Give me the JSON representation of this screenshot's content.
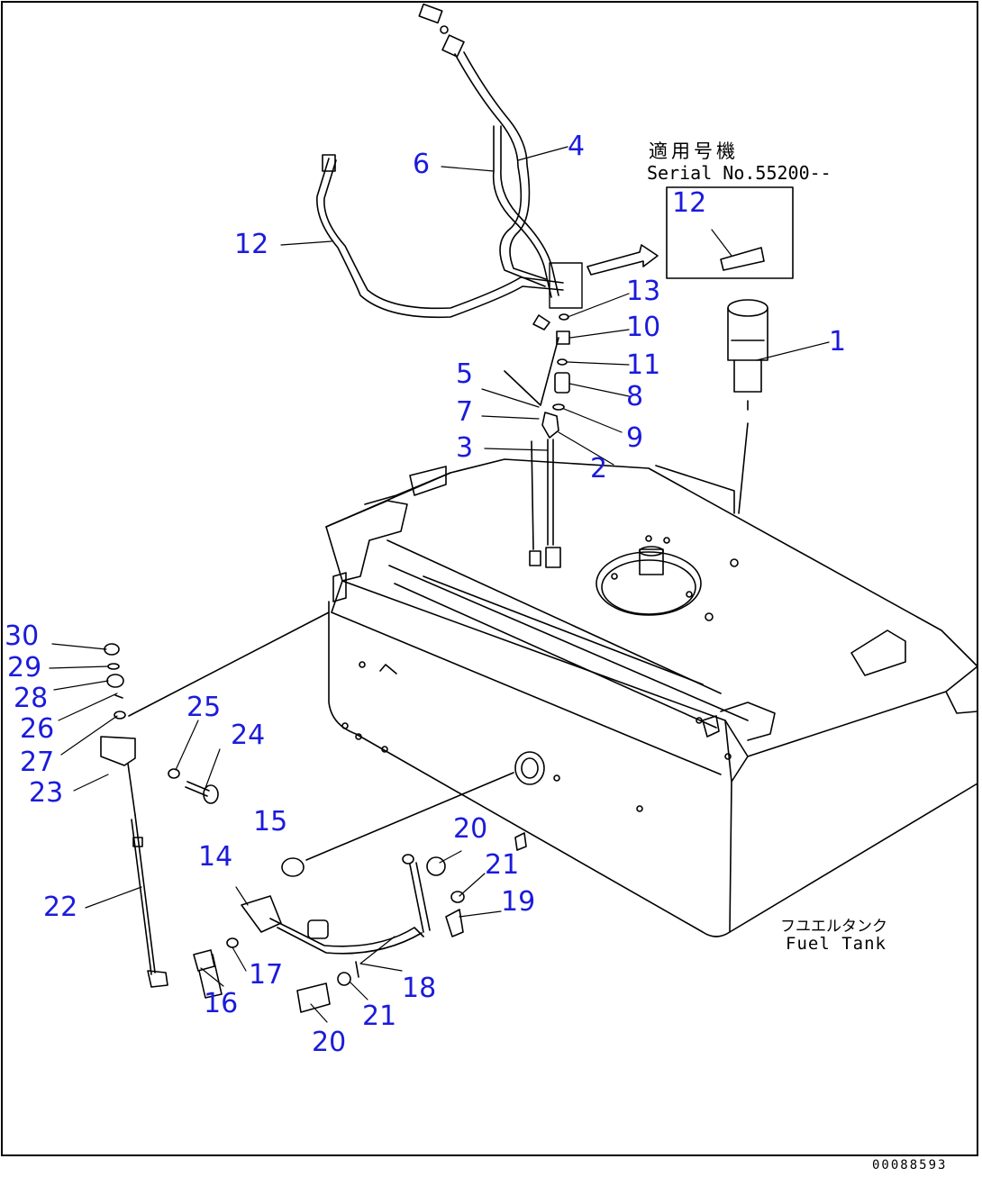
{
  "callouts": [
    {
      "id": "1",
      "label": "1"
    },
    {
      "id": "2",
      "label": "2"
    },
    {
      "id": "3",
      "label": "3"
    },
    {
      "id": "4",
      "label": "4"
    },
    {
      "id": "5",
      "label": "5"
    },
    {
      "id": "6",
      "label": "6"
    },
    {
      "id": "7",
      "label": "7"
    },
    {
      "id": "8",
      "label": "8"
    },
    {
      "id": "9",
      "label": "9"
    },
    {
      "id": "10",
      "label": "10"
    },
    {
      "id": "11",
      "label": "11"
    },
    {
      "id": "12",
      "label": "12"
    },
    {
      "id": "12b",
      "label": "12"
    },
    {
      "id": "13",
      "label": "13"
    },
    {
      "id": "14",
      "label": "14"
    },
    {
      "id": "15",
      "label": "15"
    },
    {
      "id": "16",
      "label": "16"
    },
    {
      "id": "17",
      "label": "17"
    },
    {
      "id": "18",
      "label": "18"
    },
    {
      "id": "19",
      "label": "19"
    },
    {
      "id": "20",
      "label": "20"
    },
    {
      "id": "20b",
      "label": "20"
    },
    {
      "id": "21",
      "label": "21"
    },
    {
      "id": "21b",
      "label": "21"
    },
    {
      "id": "22",
      "label": "22"
    },
    {
      "id": "23",
      "label": "23"
    },
    {
      "id": "24",
      "label": "24"
    },
    {
      "id": "25",
      "label": "25"
    },
    {
      "id": "26",
      "label": "26"
    },
    {
      "id": "27",
      "label": "27"
    },
    {
      "id": "28",
      "label": "28"
    },
    {
      "id": "29",
      "label": "29"
    },
    {
      "id": "30",
      "label": "30"
    }
  ],
  "serial_note": {
    "jp": "適用号機",
    "en": "Serial No.55200--"
  },
  "tank_label": {
    "jp": "フユエルタンク",
    "en": "Fuel Tank"
  },
  "drawing_number": "00088593",
  "colors": {
    "callout": "#1b1bdc",
    "line": "#000000",
    "background": "#ffffff"
  }
}
